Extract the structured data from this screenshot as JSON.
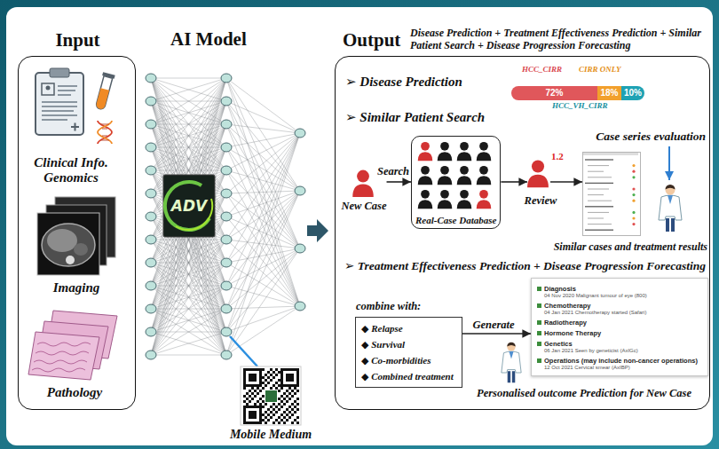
{
  "diagram": {
    "nodes": [
      {
        "text": [
          "Input"
        ]
      },
      {
        "text": [
          "ADV"
        ]
      },
      {
        "text": [
          "Mobile Medium"
        ]
      },
      {
        "text": [
          "Output",
          "Disease Prediction + Treatment Effectiveness Prediction + Similar Patient Search + Disease Progression Forecasting"
        ]
      },
      {
        "text": [
          "72%"
        ],
        "in": 3
      },
      {
        "text": [
          "18%"
        ],
        "in": 3
      },
      {
        "text": [
          "10%"
        ],
        "in": 3
      },
      {
        "text": [
          "New Case"
        ],
        "in": 3
      },
      {
        "text": [
          "Real-Case Database"
        ],
        "in": 3
      },
      {
        "text": [
          "1.2"
        ],
        "in": 3
      },
      {
        "text": [
          "Similar cases and treatment results"
        ],
        "in": 3
      },
      {
        "text": [
          "combine with:",
          "◆ Relapse",
          "◆ Survival",
          "◆ Co-morbidities",
          "◆ Combined treatment"
        ],
        "in": 3
      },
      {
        "text": [
          "Diagnosis",
          "04 Nov 2020 Malignant tumour of eye (800)",
          "Chemotherapy",
          "04 Jan 2021 Chemotherapy started (Safari)",
          "Radiotherapy",
          "Hormone Therapy",
          "Genetics",
          "06 Jan 2021 Seen by geneticist (AxIGc)",
          "Operations (may include non-cancer operations)",
          "12 Oct 2021 Cervical smear (AxIBP)"
        ],
        "in": 3
      }
    ],
    "edges": [
      {
        "from": 7,
        "to": 8,
        "label": "Search",
        "arrow": "to"
      },
      {
        "from": 8,
        "to": 9,
        "arrow": "to"
      },
      {
        "from": 9,
        "to": 10,
        "label": "Review",
        "arrow": "to"
      },
      {
        "from": 11,
        "to": 12,
        "label": "Generate",
        "arrow": "to"
      }
    ],
    "labels": [
      "AI Model",
      "Clinical Info. Genomics",
      "Imaging",
      "Pathology",
      "HCC_CIRR",
      "CIRR ONLY",
      "HCC_VH_CIRR",
      "➢ Disease Prediction",
      "➢ Similar Patient Search",
      "Case series evaluation",
      "➢ Treatment Effectiveness Prediction + Disease Progression Forecasting",
      "Personalised outcome Prediction for New Case"
    ]
  }
}
